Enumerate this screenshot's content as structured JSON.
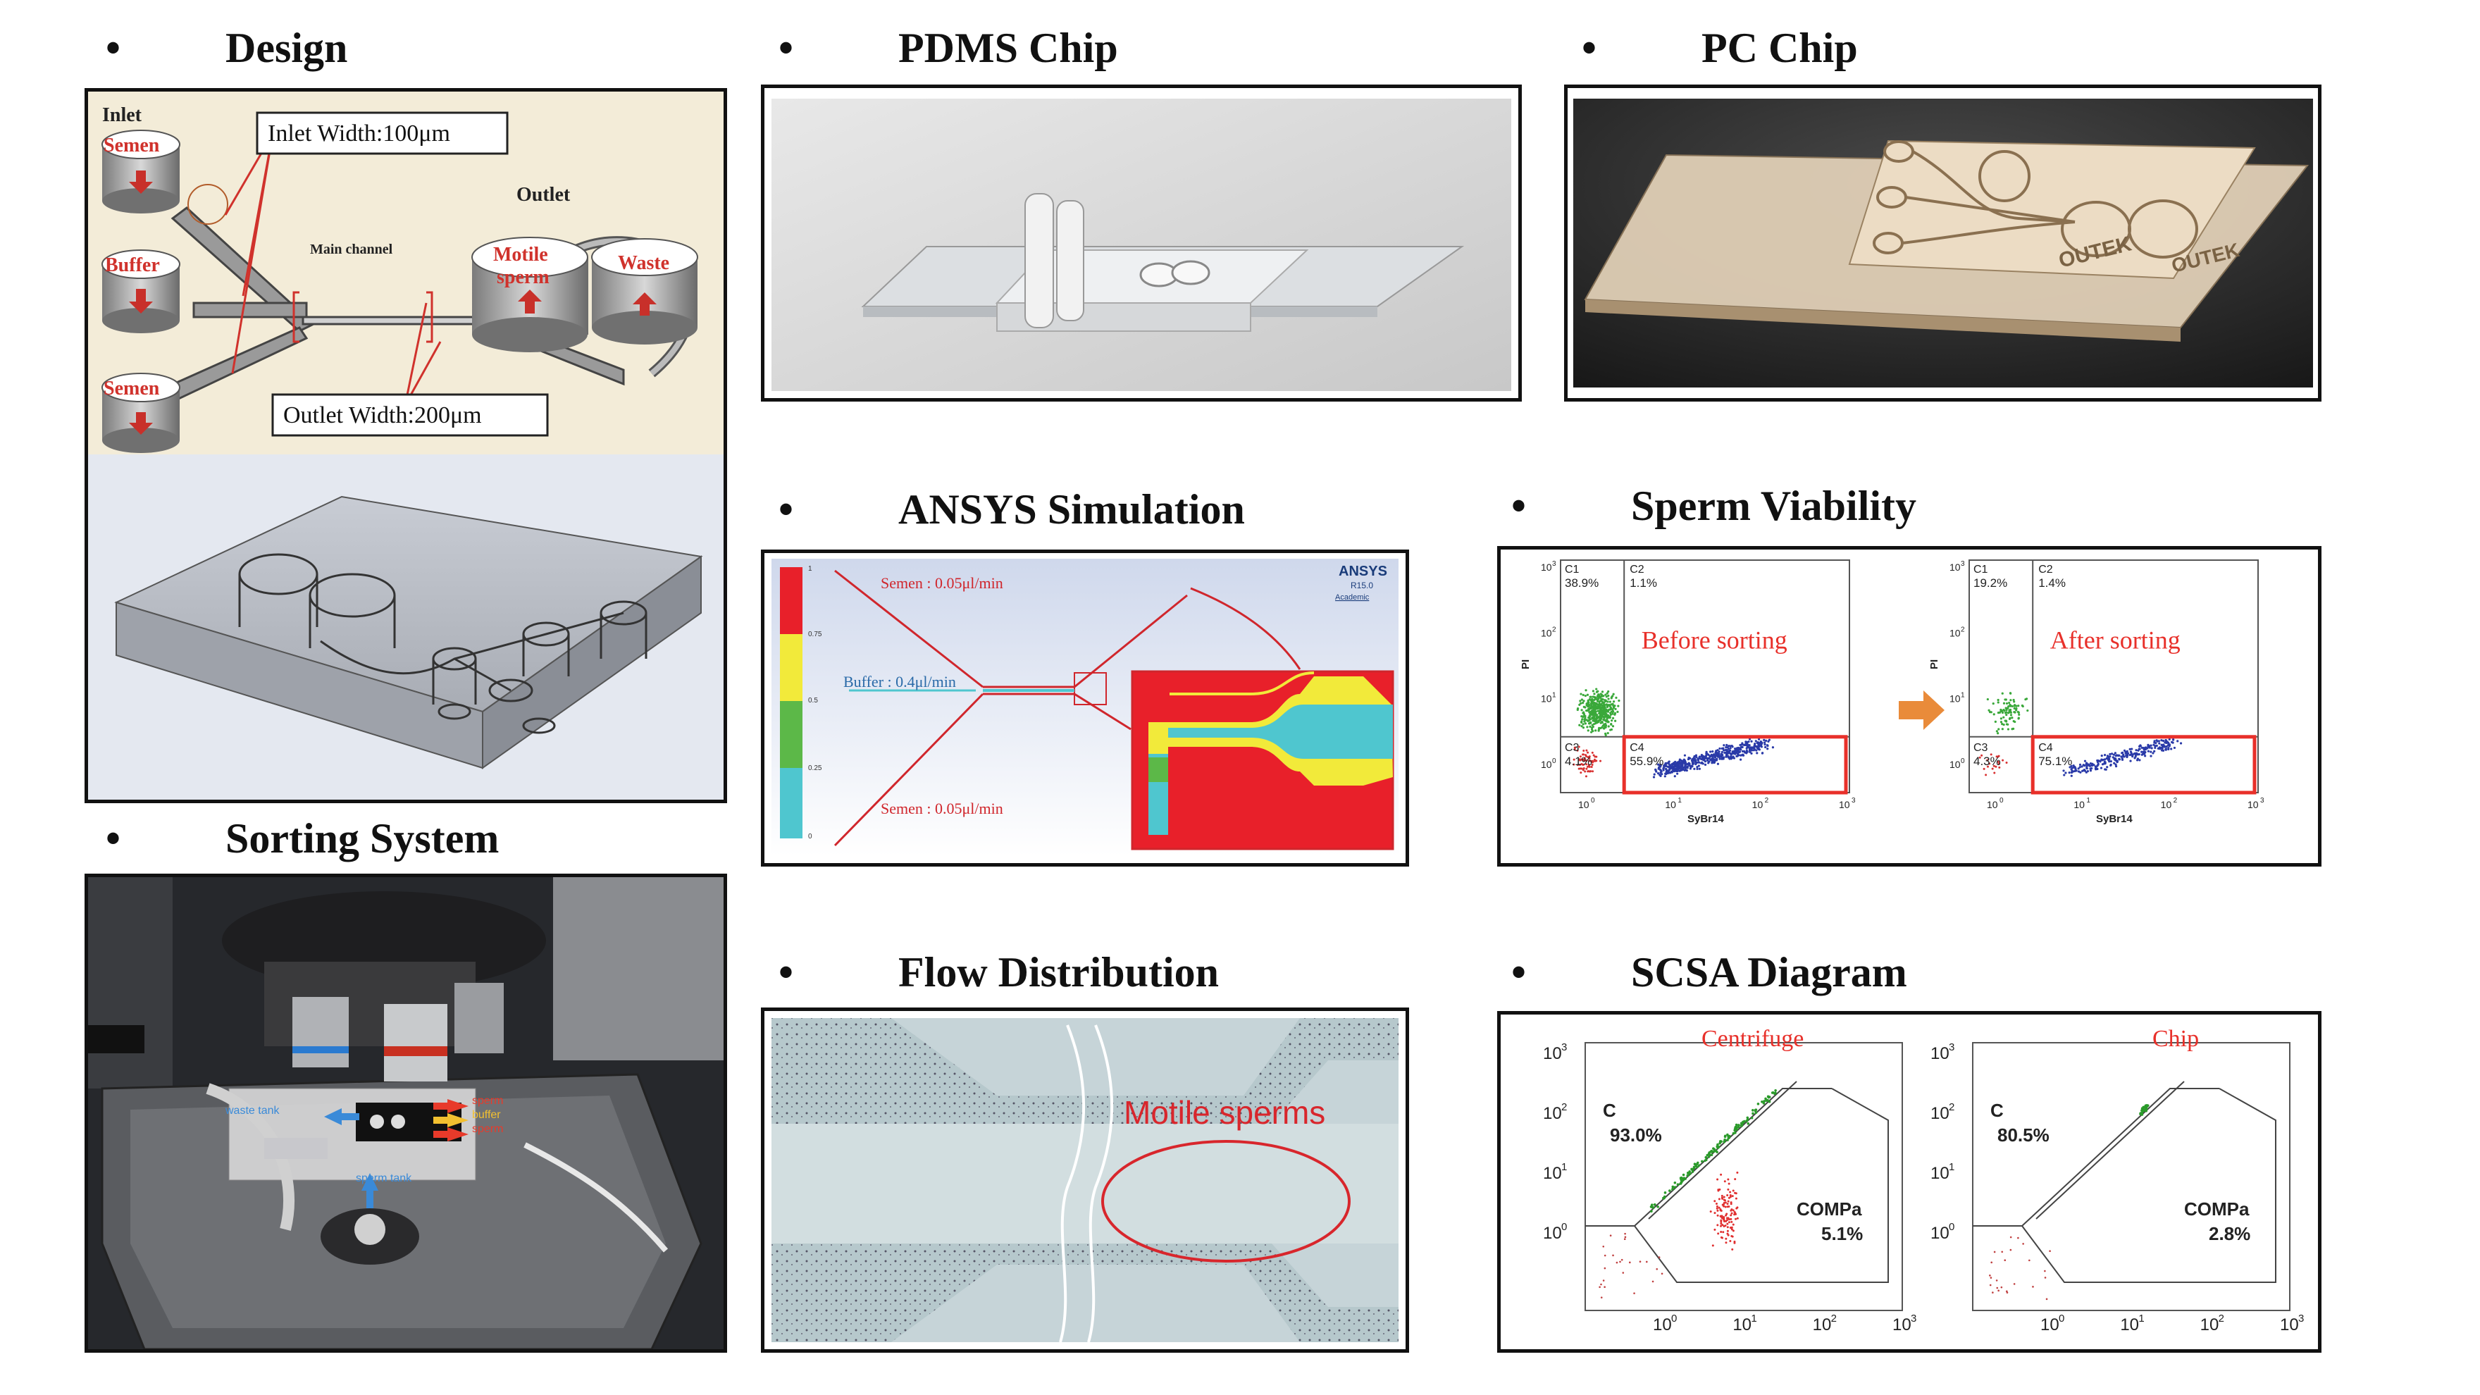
{
  "sections": {
    "design": "Design",
    "pdms": "PDMS Chip",
    "pc": "PC Chip",
    "ansys": "ANSYS Simulation",
    "viability": "Sperm Viability",
    "sorting": "Sorting System",
    "flow": "Flow Distribution",
    "scsa": "SCSA Diagram"
  },
  "bullet": "•",
  "design": {
    "inlet": "Inlet",
    "outlet": "Outlet",
    "semen_top": "Semen",
    "buffer": "Buffer",
    "semen_bottom": "Semen",
    "main_channel": "Main channel",
    "motile": "Motile",
    "sperm": "sperm",
    "waste": "Waste",
    "inlet_width": "Inlet Width:100μm",
    "outlet_width": "Outlet Width:200μm"
  },
  "pc_chip_text": "OUTEK",
  "ansys": {
    "logo": "ANSYS",
    "version": "R15.0",
    "academic": "Academic",
    "semen_top": "Semen : 0.05μl/min",
    "buffer": "Buffer : 0.4μl/min",
    "semen_bottom": "Semen : 0.05μl/min",
    "legend_ticks": [
      "1",
      "0.75",
      "0.5",
      "0.25",
      "0"
    ],
    "colors": [
      "#e8202a",
      "#f2ea3a",
      "#5cb848",
      "#4fc6cf"
    ]
  },
  "viability": {
    "arrow_color": "#e98b3a",
    "plots": [
      {
        "label": "Before sorting",
        "q1": "C1",
        "q1v": "38.9%",
        "q2": "C2",
        "q2v": "1.1%",
        "q3": "C3",
        "q3v": "4.1%",
        "q4": "C4",
        "q4v": "55.9%",
        "xlabel": "SyBr14",
        "ylabel": "PI"
      },
      {
        "label": "After sorting",
        "q1": "C1",
        "q1v": "19.2%",
        "q2": "C2",
        "q2v": "1.4%",
        "q3": "C3",
        "q3v": "4.3%",
        "q4": "C4",
        "q4v": "75.1%",
        "xlabel": "SyBr14",
        "ylabel": "PI"
      }
    ],
    "ticks_base": "10",
    "ticks_exp": [
      "0",
      "1",
      "2",
      "3"
    ]
  },
  "sorting": {
    "sperm1": "sperm",
    "buffer": "buffer",
    "sperm2": "sperm",
    "waste": "waste tank",
    "tank": "sperm tank"
  },
  "flow": {
    "label": "Motile sperms"
  },
  "scsa": {
    "plots": [
      {
        "label": "Centrifuge",
        "c": "C",
        "cv": "93.0%",
        "compa": "COMPa",
        "compav": "5.1%"
      },
      {
        "label": "Chip",
        "c": "C",
        "cv": "80.5%",
        "compa": "COMPa",
        "compav": "2.8%"
      }
    ],
    "ticks_base": "10",
    "ticks_exp": [
      "0",
      "1",
      "2",
      "3"
    ]
  }
}
